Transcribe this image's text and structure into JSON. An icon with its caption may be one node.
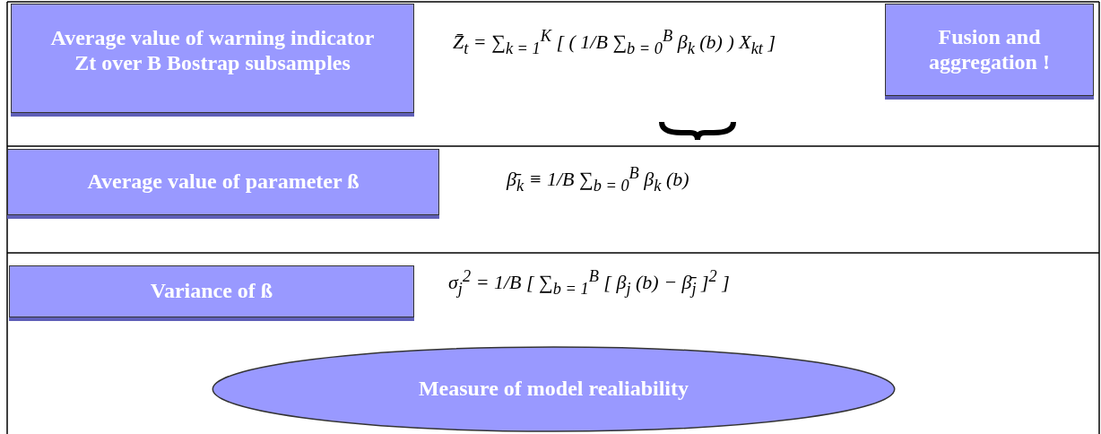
{
  "diagram": {
    "nodes": [
      {
        "text": [
          "Average value of warning indicator Zt over B Bostrap subsamples"
        ]
      },
      {
        "text": [
          "Fusion and aggregation !"
        ]
      },
      {
        "text": [
          "Average value of parameter ß"
        ]
      },
      {
        "text": [
          "Variance of ß"
        ]
      },
      {
        "text": [
          "Measure of model realiability"
        ]
      }
    ],
    "edges": [],
    "labels": [
      "Z̄$_{t}$ = ∑$_{k = 1}$$^{K}$ [ ( 1/B ∑$_{b = 0}$$^{B}$ β$_{k}$ (b) ) X$_{kt}$ ]",
      "β̄$_{k}$ ≡ 1/B ∑$_{b = 0}$$^{B}$ β$_{k}$ (b)",
      "σ$_{j}$$^{2}$ = 1/B [ ∑$_{b = 1}$$^{B}$ [ β$_{j}$ (b) − β̄$_{j}$ ]$^{2}$ ]"
    ]
  }
}
